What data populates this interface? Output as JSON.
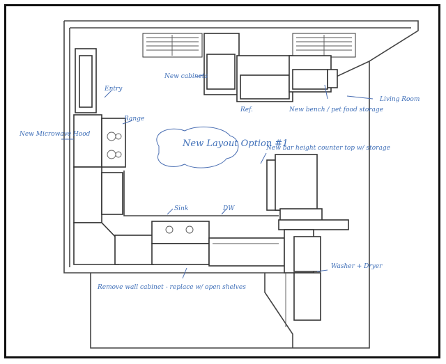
{
  "title": "New Layout Option #1",
  "labels": {
    "new_cabinets": "New cabinets",
    "entry": "Entry",
    "ref": "Ref.",
    "new_bench_pet": "New bench / pet food storage",
    "living_room": "Living Room",
    "new_microwave": "New Microwave Hood",
    "range": "Range",
    "new_bar": "New bar height counter top w/ storage",
    "sink": "Sink",
    "dw": "DW",
    "washer_dryer": "Washer + Dryer",
    "remove_wall": "Remove wall cabinet - replace w/ open shelves"
  },
  "colors": {
    "ink": "#3f6fb8",
    "lines": "#333333"
  }
}
